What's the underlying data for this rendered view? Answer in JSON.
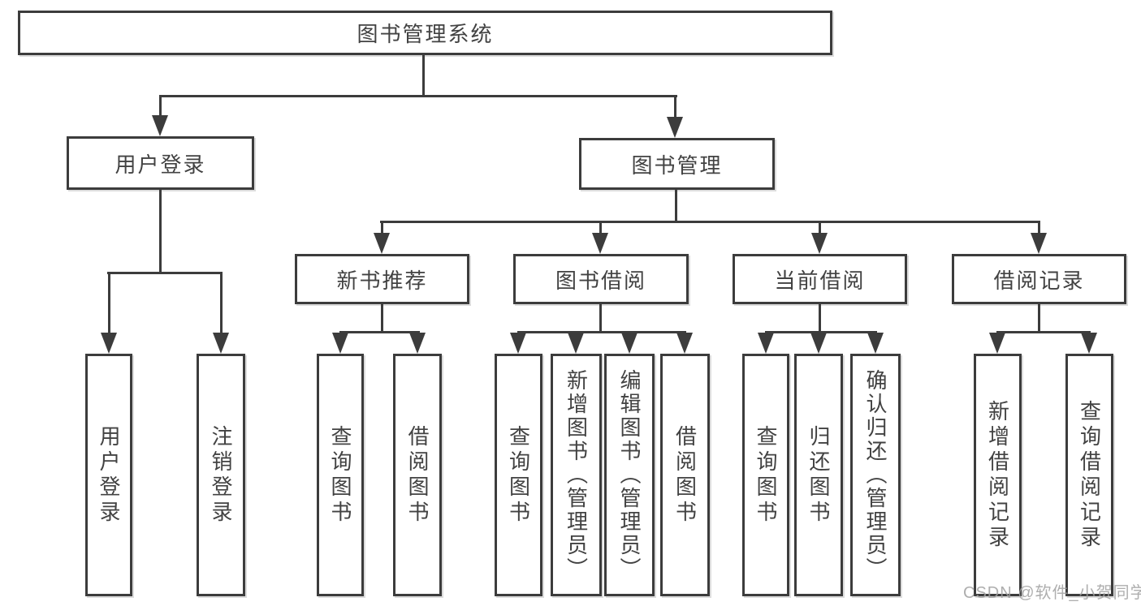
{
  "colors": {
    "line": "#3c3c3c",
    "text": "#424242",
    "watermark": "#a0a0a0"
  },
  "watermark": "CSDN @软件_小贺同学",
  "diagram": {
    "root": {
      "label": "图书管理系统"
    },
    "branches": [
      {
        "label": "用户登录",
        "leaves": [
          {
            "label": "用户登录"
          },
          {
            "label": "注销登录"
          }
        ]
      },
      {
        "label": "图书管理",
        "groups": [
          {
            "label": "新书推荐",
            "leaves": [
              {
                "label": "查询图书"
              },
              {
                "label": "借阅图书"
              }
            ]
          },
          {
            "label": "图书借阅",
            "leaves": [
              {
                "label": "查询图书"
              },
              {
                "label": "新增图书（管理员）"
              },
              {
                "label": "编辑图书（管理员）"
              },
              {
                "label": "借阅图书"
              }
            ]
          },
          {
            "label": "当前借阅",
            "leaves": [
              {
                "label": "查询图书"
              },
              {
                "label": "归还图书"
              },
              {
                "label": "确认归还（管理员）"
              }
            ]
          },
          {
            "label": "借阅记录",
            "leaves": [
              {
                "label": "新增借阅记录"
              },
              {
                "label": "查询借阅记录"
              }
            ]
          }
        ]
      }
    ]
  }
}
